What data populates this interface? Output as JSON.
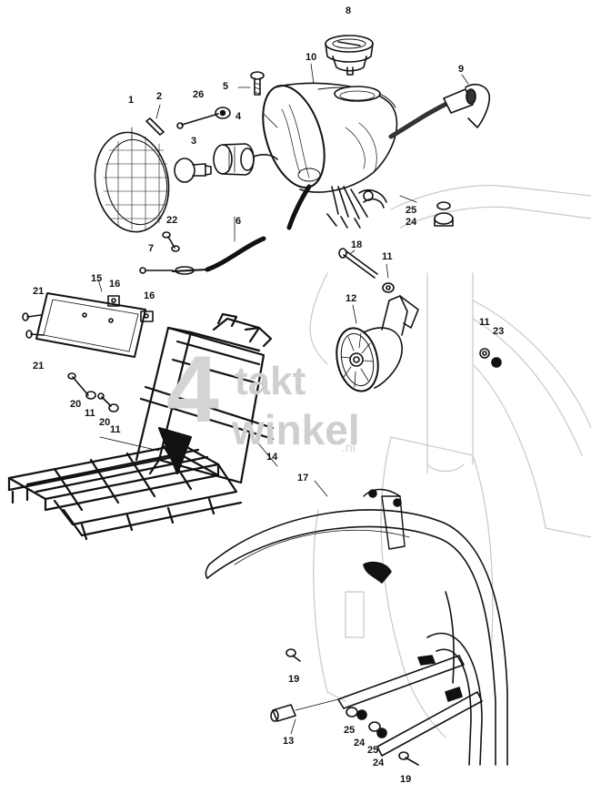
{
  "diagram": {
    "labels": {
      "l1": "1",
      "l2": "2",
      "l3": "3",
      "l4": "4",
      "l5": "5",
      "l6": "6",
      "l7": "7",
      "l8": "8",
      "l9": "9",
      "l10": "10",
      "l11a": "11",
      "l11b": "11",
      "l11c": "11",
      "l11d": "11",
      "l12": "12",
      "l13": "13",
      "l14": "14",
      "l15": "15",
      "l16a": "16",
      "l16b": "16",
      "l17": "17",
      "l18": "18",
      "l19a": "19",
      "l19b": "19",
      "l20a": "20",
      "l20b": "20",
      "l21a": "21",
      "l21b": "21",
      "l22": "22",
      "l23": "23",
      "l24a": "24",
      "l24b": "24",
      "l24c": "24",
      "l25a": "25",
      "l25b": "25",
      "l25c": "25",
      "l26": "26"
    },
    "watermark": {
      "numeral": "4",
      "word1": "takt",
      "word2": "winkel",
      "suffix": ".nl"
    }
  }
}
